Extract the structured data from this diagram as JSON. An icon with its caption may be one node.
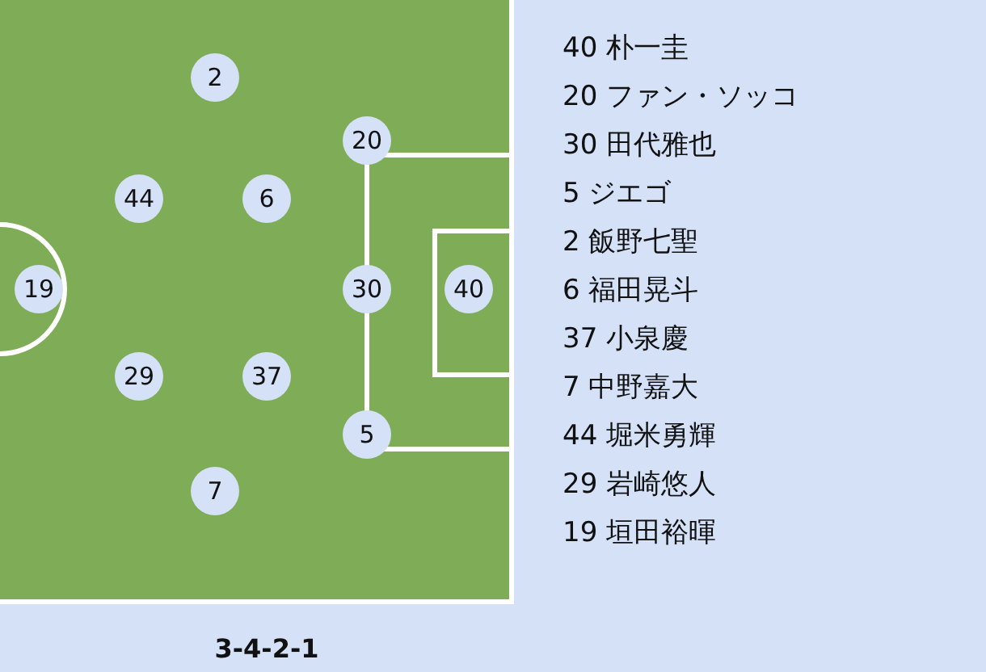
{
  "diagram": {
    "caption": "3-4-2-1",
    "nodes": [
      {
        "text": [
          "2"
        ]
      },
      {
        "text": [
          "20"
        ]
      },
      {
        "text": [
          "44"
        ]
      },
      {
        "text": [
          "6"
        ]
      },
      {
        "text": [
          "19"
        ]
      },
      {
        "text": [
          "30"
        ]
      },
      {
        "text": [
          "40"
        ]
      },
      {
        "text": [
          "29"
        ]
      },
      {
        "text": [
          "37"
        ]
      },
      {
        "text": [
          "5"
        ]
      },
      {
        "text": [
          "7"
        ]
      }
    ],
    "labels": [
      "40 朴一圭",
      "20 ファン・ソッコ",
      "30 田代雅也",
      "5 ジエゴ",
      "2 飯野七聖",
      "6 福田晃斗",
      "37 小泉慶",
      "7 中野嘉大",
      "44 堀米勇輝",
      "29 岩崎悠人",
      "19 垣田裕暉"
    ]
  }
}
